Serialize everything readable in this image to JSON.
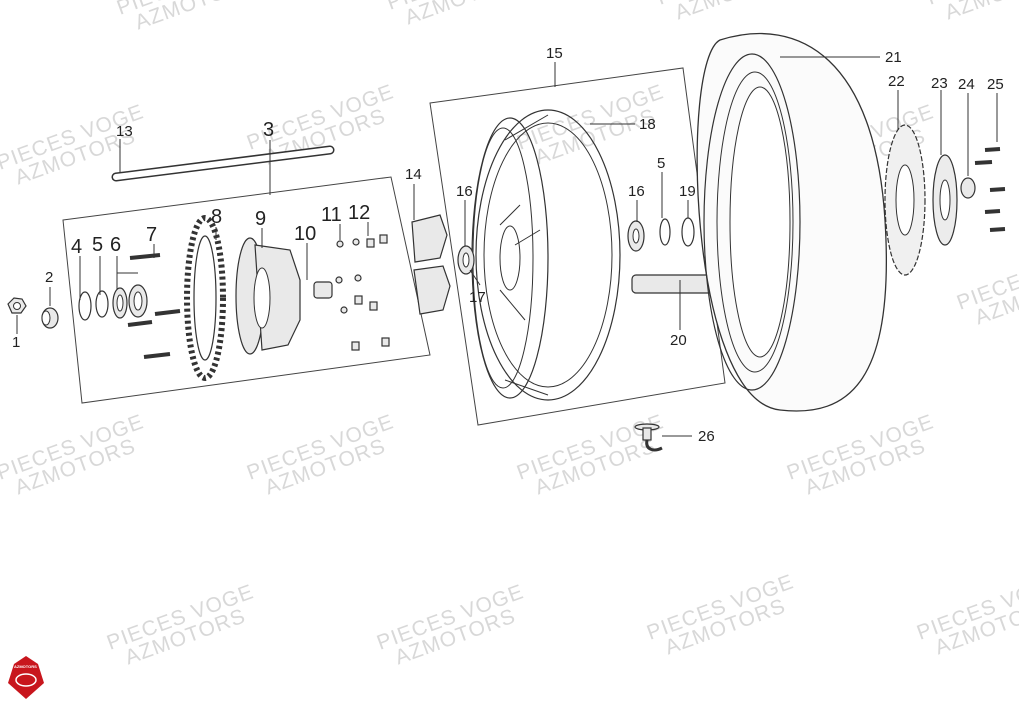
{
  "watermark": {
    "line1": "PIECES VOGE",
    "line2": "AZMOTORS"
  },
  "logo": {
    "text": "AZMOTORS",
    "color": "#c8161d"
  },
  "callouts": [
    {
      "id": "c1",
      "text": "1"
    },
    {
      "id": "c2",
      "text": "2"
    },
    {
      "id": "c3",
      "text": "3"
    },
    {
      "id": "c4",
      "text": "4"
    },
    {
      "id": "c5a",
      "text": "5"
    },
    {
      "id": "c6",
      "text": "6"
    },
    {
      "id": "c7",
      "text": "7"
    },
    {
      "id": "c8",
      "text": "8"
    },
    {
      "id": "c9",
      "text": "9"
    },
    {
      "id": "c10",
      "text": "10"
    },
    {
      "id": "c11",
      "text": "11"
    },
    {
      "id": "c12",
      "text": "12"
    },
    {
      "id": "c13",
      "text": "13"
    },
    {
      "id": "c14",
      "text": "14"
    },
    {
      "id": "c15",
      "text": "15"
    },
    {
      "id": "c16a",
      "text": "16"
    },
    {
      "id": "c17",
      "text": "17"
    },
    {
      "id": "c18",
      "text": "18"
    },
    {
      "id": "c16b",
      "text": "16"
    },
    {
      "id": "c5b",
      "text": "5"
    },
    {
      "id": "c19",
      "text": "19"
    },
    {
      "id": "c20",
      "text": "20"
    },
    {
      "id": "c21",
      "text": "21"
    },
    {
      "id": "c22",
      "text": "22"
    },
    {
      "id": "c23",
      "text": "23"
    },
    {
      "id": "c24",
      "text": "24"
    },
    {
      "id": "c25",
      "text": "25"
    },
    {
      "id": "c26",
      "text": "26"
    }
  ]
}
